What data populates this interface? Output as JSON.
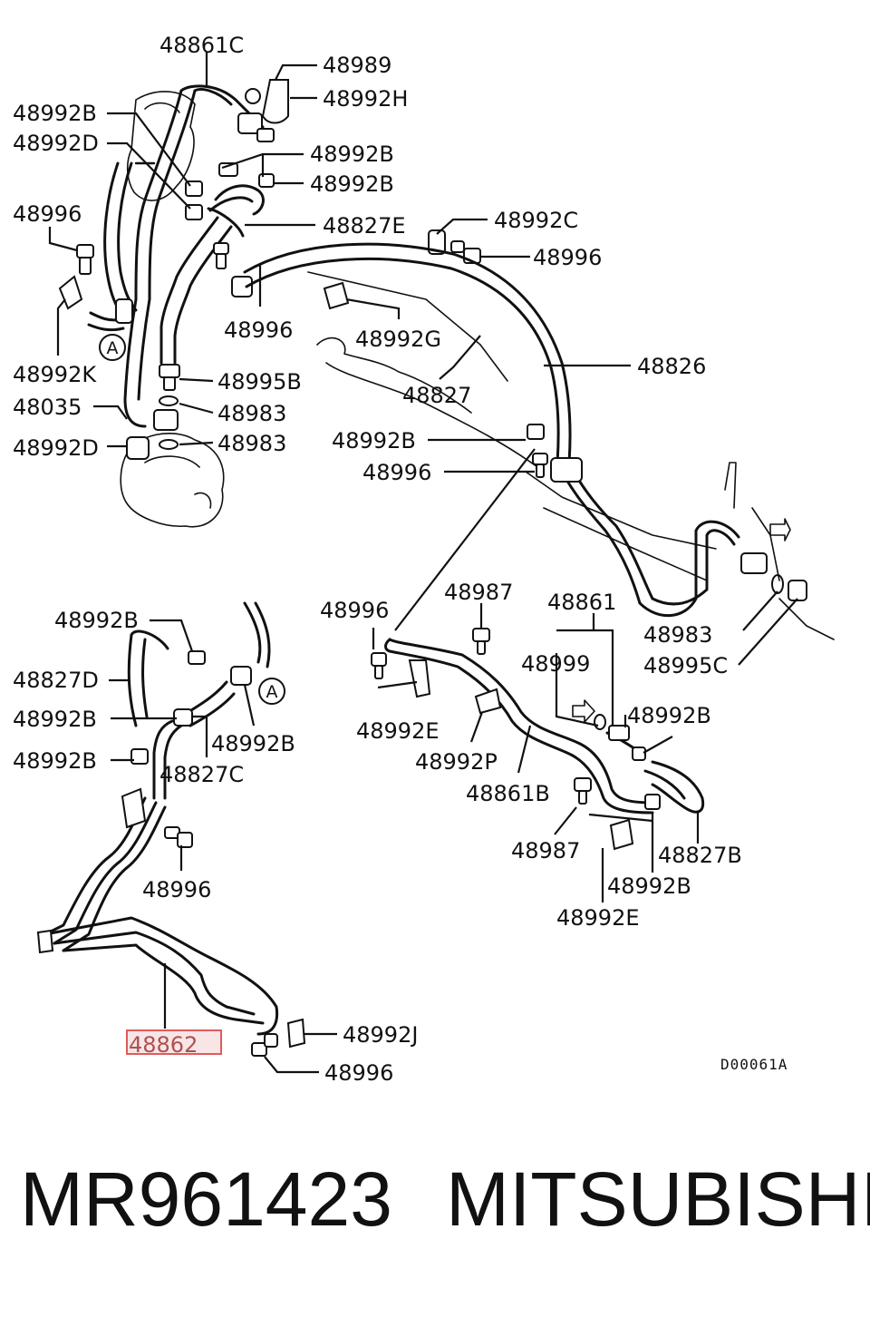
{
  "diagram": {
    "labels": {
      "l_48861C": "48861C",
      "l_48989": "48989",
      "l_48992H": "48992H",
      "l_48992B_a": "48992B",
      "l_48992D_a": "48992D",
      "l_48992B_b": "48992B",
      "l_48992B_c": "48992B",
      "l_48996_a": "48996",
      "l_48827E": "48827E",
      "l_48992C": "48992C",
      "l_48996_b": "48996",
      "l_48996_c": "48996",
      "l_48992G": "48992G",
      "l_48826": "48826",
      "l_48992K": "48992K",
      "l_48995B": "48995B",
      "l_48827": "48827",
      "l_48035": "48035",
      "l_48983_a": "48983",
      "l_48983_b": "48983",
      "l_48992D_b": "48992D",
      "l_48992B_d": "48992B",
      "l_48996_d": "48996",
      "l_48987_a": "48987",
      "l_48861": "48861",
      "l_48992B_e": "48992B",
      "l_48996_e": "48996",
      "l_48983_c": "48983",
      "l_48827D": "48827D",
      "l_48999": "48999",
      "l_48995C": "48995C",
      "l_48992B_f": "48992B",
      "l_48992B_g": "48992B",
      "l_48992E_a": "48992E",
      "l_48992P": "48992P",
      "l_48992B_h": "48992B",
      "l_48992B_i": "48992B",
      "l_48827C": "48827C",
      "l_48861B": "48861B",
      "l_48996_f": "48996",
      "l_48987_b": "48987",
      "l_48827B": "48827B",
      "l_48992B_j": "48992B",
      "l_48992E_b": "48992E",
      "l_48862": "48862",
      "l_48992J": "48992J",
      "l_48996_g": "48996"
    },
    "view_marker": "A",
    "figure_code": "D00061A",
    "highlight_color": "#e05a5a"
  },
  "footer": {
    "part_number": "MR961423",
    "brand": "MITSUBISHI"
  }
}
